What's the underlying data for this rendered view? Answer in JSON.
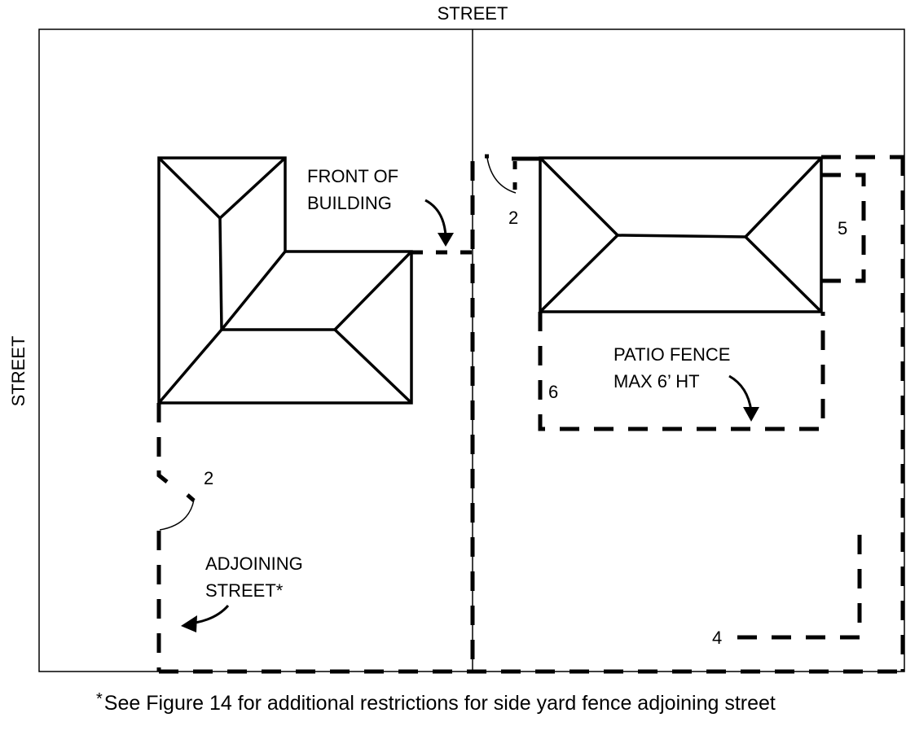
{
  "figure": {
    "street_top_label": "STREET",
    "street_left_label": "STREET",
    "labels": {
      "front_of_building_line1": "FRONT OF",
      "front_of_building_line2": "BUILDING",
      "patio_fence_line1": "PATIO FENCE",
      "patio_fence_line2": "MAX 6’ HT",
      "adjoining_street_line1": "ADJOINING",
      "adjoining_street_line2": "STREET*",
      "height_left_gate": "2",
      "height_right_gate": "2",
      "height_side_enclosure": "5",
      "height_patio": "6",
      "height_rear_corner": "4"
    }
  },
  "footnote": {
    "marker": "*",
    "text": "See Figure 14 for additional restrictions for side yard fence adjoining street"
  },
  "colors": {
    "line": "#000000",
    "background": "#ffffff"
  }
}
